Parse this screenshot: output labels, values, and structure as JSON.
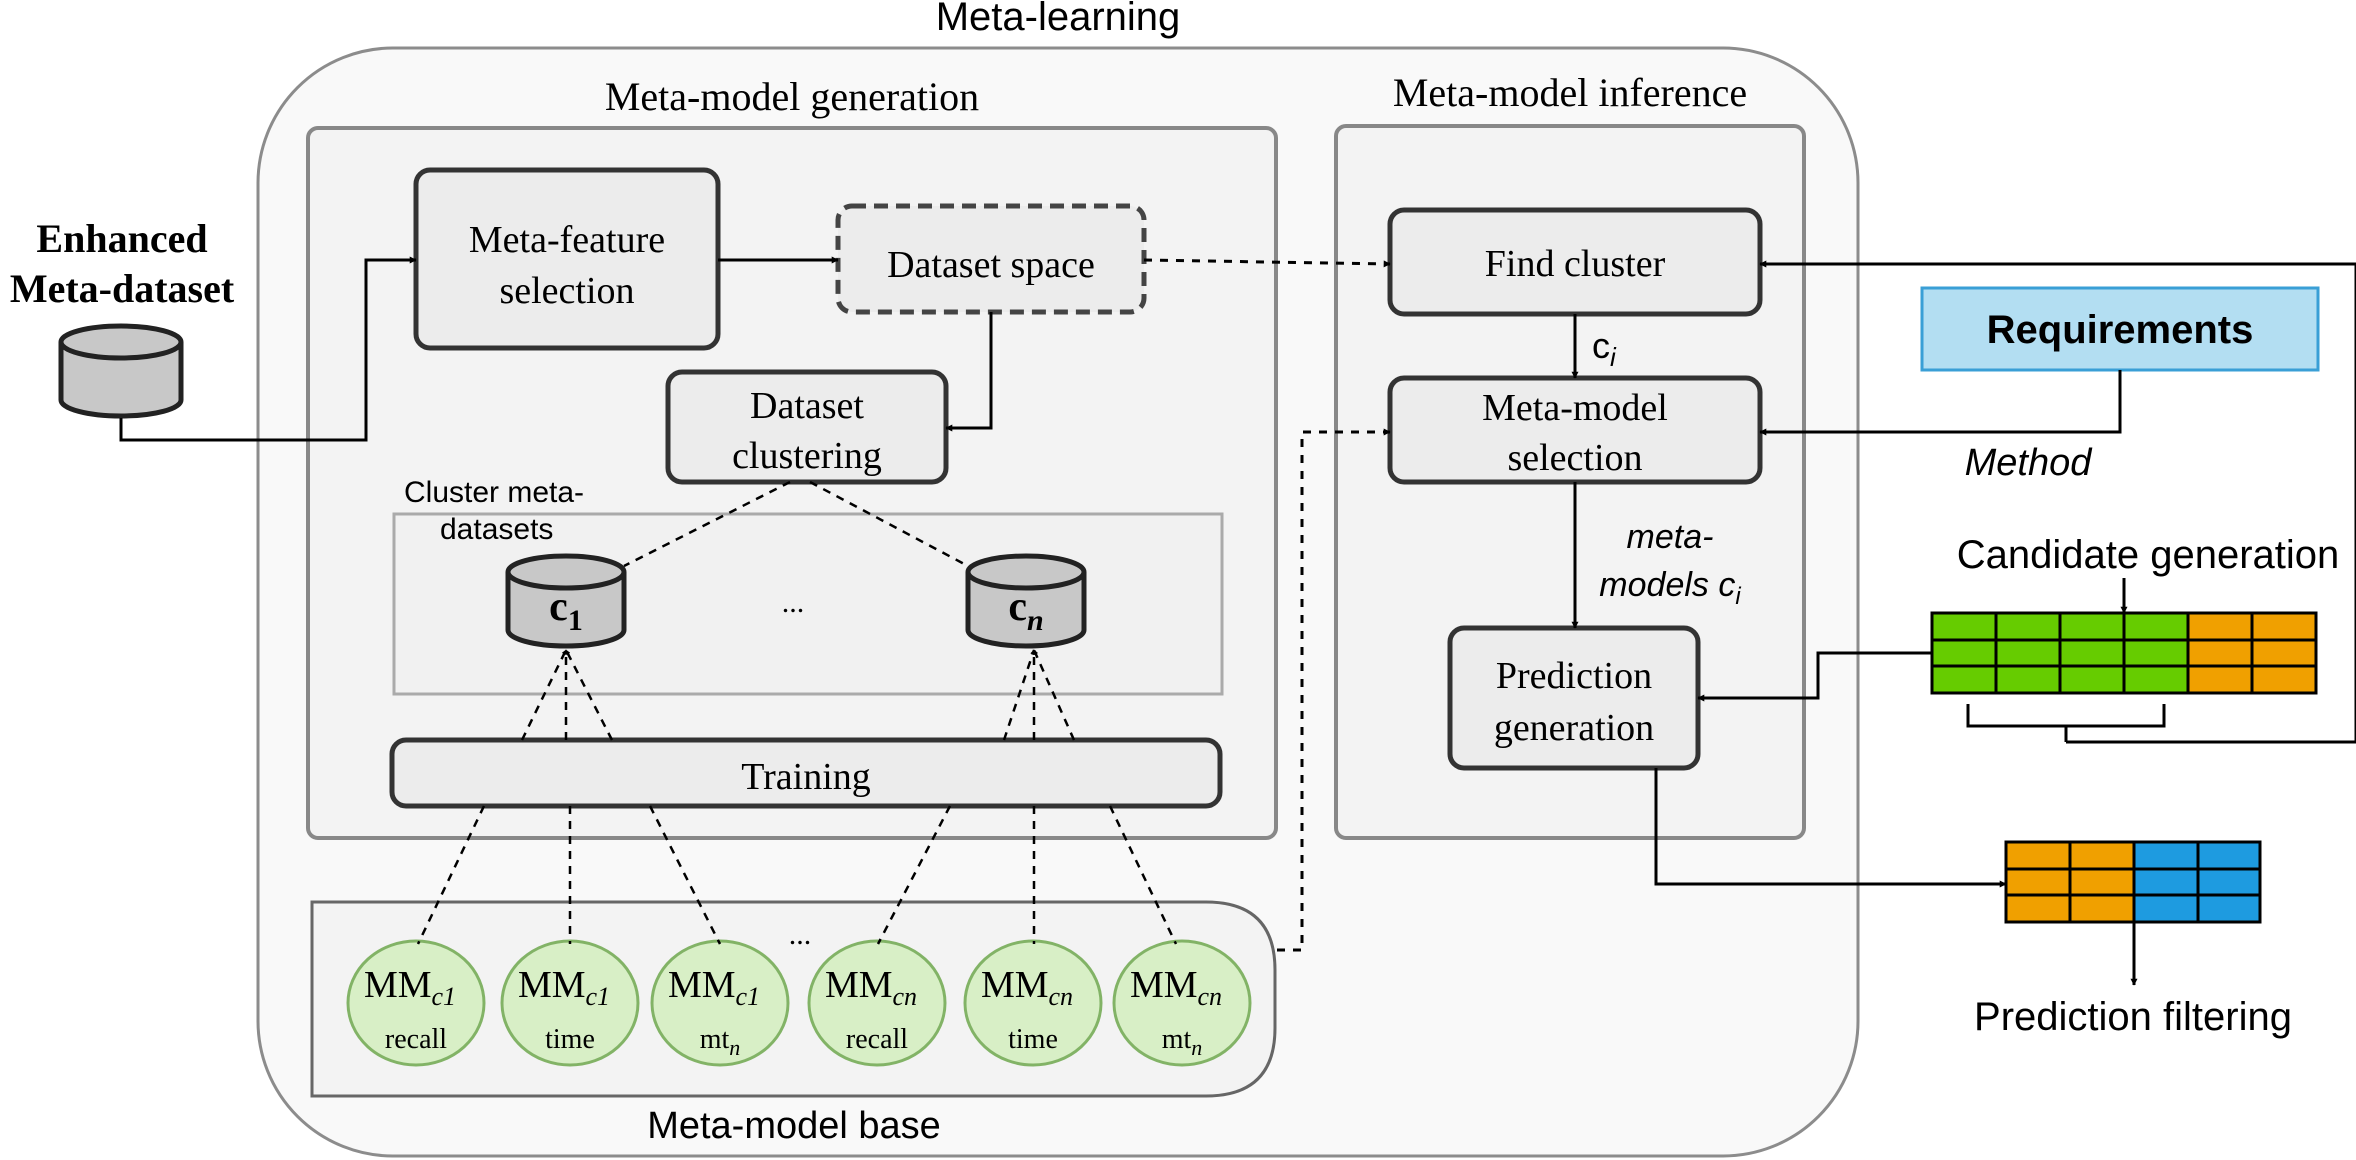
{
  "title": "Meta-learning",
  "enhanced_meta_dataset": {
    "line1": "Enhanced",
    "line2": "Meta-dataset"
  },
  "generation": {
    "title": "Meta-model generation",
    "meta_feature_selection": {
      "line1": "Meta-feature",
      "line2": "selection"
    },
    "dataset_space": "Dataset space",
    "dataset_clustering": {
      "line1": "Dataset",
      "line2": "clustering"
    },
    "cluster_meta_datasets": {
      "line1": "Cluster meta-",
      "line2": "datasets"
    },
    "cluster_1": {
      "main": "c",
      "sub": "1"
    },
    "cluster_n": {
      "main": "c",
      "sub": "n"
    },
    "ellipsis": "...",
    "training": "Training"
  },
  "base": {
    "title": "Meta-model base",
    "ellipsis": "...",
    "models": [
      {
        "main": "MM",
        "sub": "c1",
        "metric": "recall",
        "metric_sub": ""
      },
      {
        "main": "MM",
        "sub": "c1",
        "metric": "time",
        "metric_sub": ""
      },
      {
        "main": "MM",
        "sub": "c1",
        "metric": "mt",
        "metric_sub": "n"
      },
      {
        "main": "MM",
        "sub": "cn",
        "metric": "recall",
        "metric_sub": ""
      },
      {
        "main": "MM",
        "sub": "cn",
        "metric": "time",
        "metric_sub": ""
      },
      {
        "main": "MM",
        "sub": "cn",
        "metric": "mt",
        "metric_sub": "n"
      }
    ]
  },
  "inference": {
    "title": "Meta-model inference",
    "find_cluster": "Find cluster",
    "ci_label": {
      "main": "c",
      "sub": "i"
    },
    "meta_model_selection": {
      "line1": "Meta-model",
      "line2": "selection"
    },
    "meta_models_label": {
      "line1": "meta-",
      "line2": "models c",
      "sub": "i"
    },
    "prediction_generation": {
      "line1": "Prediction",
      "line2": "generation"
    }
  },
  "requirements": "Requirements",
  "method": "Method",
  "candidate_generation": "Candidate generation",
  "prediction_filtering": "Prediction filtering",
  "colors": {
    "green": "#66cc00",
    "orange": "#f0a000",
    "blue": "#1e9be0",
    "requirements_fill": "#b3def2",
    "requirements_stroke": "#3a9fd6",
    "circle_fill": "#d8efc6",
    "circle_stroke": "#82b366",
    "box_fill": "#ececec",
    "panel_fill": "#f3f3f3",
    "cylinder_fill": "#c8c8c8"
  }
}
